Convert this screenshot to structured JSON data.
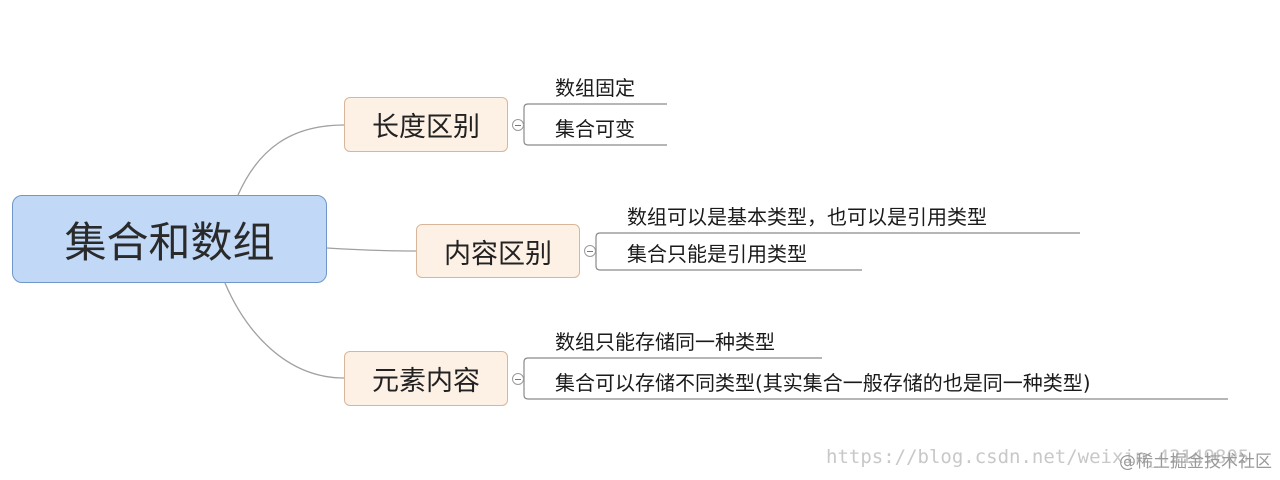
{
  "root": {
    "label": "集合和数组"
  },
  "branches": [
    {
      "label": "长度区别",
      "items": [
        "数组固定",
        "集合可变"
      ]
    },
    {
      "label": "内容区别",
      "items": [
        "数组可以是基本类型，也可以是引用类型",
        "集合只能是引用类型"
      ]
    },
    {
      "label": "元素内容",
      "items": [
        "数组只能存储同一种类型",
        "集合可以存储不同类型(其实集合一般存储的也是同一种类型)"
      ]
    }
  ],
  "watermark": {
    "url": "https://blog.csdn.net/weixin_42149805",
    "brand": "@稀土掘金技术社区"
  },
  "colors": {
    "root_fill": "#c1d9f7",
    "branch_fill": "#fdf1e6",
    "connector": "#9a9a9a"
  }
}
